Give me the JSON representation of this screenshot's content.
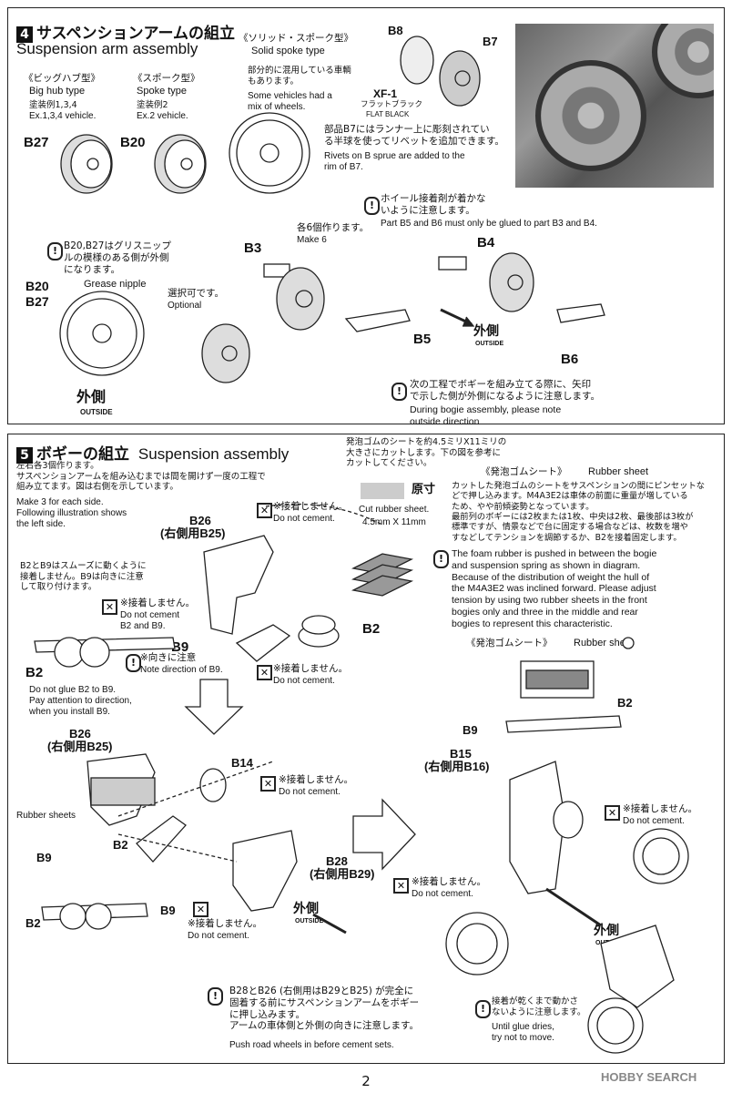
{
  "step4": {
    "number": "4",
    "title_jp": "サスペンションアームの組立",
    "title_en": "Suspension arm assembly",
    "bighub": {
      "jp": "《ビッグハブ型》",
      "en": "Big hub type",
      "ex_jp": "塗装例1,3,4",
      "ex_en": "Ex.1,3,4 vehicle.",
      "part": "B27"
    },
    "spoke": {
      "jp": "《スポーク型》",
      "en": "Spoke type",
      "ex_jp": "塗装例2",
      "ex_en": "Ex.2 vehicle.",
      "part": "B20"
    },
    "solid": {
      "jp": "《ソリッド・スポーク型》",
      "en": "Solid spoke type",
      "note_jp": "部分的に混用している車輌\nもあります。",
      "note_en": "Some vehicles had a\nmix of wheels."
    },
    "rivet": {
      "b8": "B8",
      "b7": "B7",
      "paint": "XF-1",
      "paint_jp": "フラットブラック",
      "paint_en": "FLAT BLACK",
      "jp": "部品B7にはランナー上に彫刻されてい\nる半球を使ってリベットを追加できます。",
      "en": "Rivets on B sprue are added to the\nrim of B7."
    },
    "grease": {
      "jp": "B20,B27はグリスニップ\nルの模様のある側が外側\nになります。",
      "en": "Grease nipple",
      "parts": "B20\nB27",
      "outside_jp": "外側",
      "outside_en": "OUTSIDE"
    },
    "make6": {
      "jp": "各6個作ります。",
      "en": "Make 6"
    },
    "optional": {
      "jp": "選択可です。",
      "en": "Optional"
    },
    "glue_note": {
      "jp": "ホイール接着剤が着かな\nいように注意します。",
      "en": "Part B5 and B6 must only be glued to part B3 and B4."
    },
    "parts": {
      "b3": "B3",
      "b4": "B4",
      "b5": "B5",
      "b6": "B6"
    },
    "outside_small_jp": "外側",
    "outside_small_en": "OUTSIDE",
    "bogie_note": {
      "jp": "次の工程でボギーを組み立てる際に、矢印\nで示した側が外側になるように注意します。",
      "en": "During bogie assembly, please note\noutside direction"
    }
  },
  "step5": {
    "number": "5",
    "title_jp": "ボギーの組立",
    "title_en": "Suspension assembly",
    "intro_jp": "左右各3個作ります。\nサスペンションアームを組み込むまでは間を開けず一度の工程で\n組み立てます。図は右側を示しています。",
    "intro_en": "Make 3 for each side.\nFollowing illustration shows\nthe left side.",
    "foam_cut_jp": "発泡ゴムのシートを約4.5ミリX11ミリの\n大きさにカットします。下の図を参考に\nカットしてください。",
    "orig_jp": "原寸",
    "cut_en": "Cut rubber sheet.",
    "cut_size": "4.5mm  X  11mm",
    "rubber_title_jp": "《発泡ゴムシート》",
    "rubber_title_en": "Rubber sheet",
    "rubber_jp": "カットした発泡ゴムのシートをサスペンションの間にピンセットな\nどで押し込みます。M4A3E2は車体の前面に重量が増している\nため、やや前傾姿勢となっています。\n最前列のボギーには2枚または1枚、中央は2枚、最後部は3枚が\n標準ですが、情景などで台に固定する場合などは、枚数を増や\nすなどしてテンションを調節するか、B2を接着固定します。",
    "rubber_en": "The foam rubber is pushed in between the bogie\nand suspension spring as shown in diagram.\nBecause of the distribution of weight the hull of\nthe M4A3E2 was inclined forward. Please adjust\ntension by using two rubber sheets in the front\nbogies only and three in the middle and rear\nbogies to represent this characteristic.",
    "rubber_fig_jp": "《発泡ゴムシート》",
    "rubber_fig_en": "Rubber sheet",
    "no_cement_jp": "※接着しません。",
    "no_cement_en": "Do not cement.",
    "no_cement_b2b9_en": "Do not cement\nB2 and B9.",
    "b2b9_jp": "B2とB9はスムーズに動くように\n接着しません。B9は向きに注意\nして取り付けます。",
    "b2b9_en": "Do not glue B2 to B9.\nPay attention to direction,\nwhen you install B9.",
    "direction_jp": "※向きに注意",
    "direction_en": "Note direction of B9.",
    "b26": "B26",
    "b26_right": "(右側用B25)",
    "b28": "B28",
    "b28_right": "(右側用B29)",
    "b15": "B15",
    "b15_right": "(右側用B16)",
    "b14": "B14",
    "b2": "B2",
    "b9": "B9",
    "rubber_sheets_en": "Rubber sheets",
    "outside_jp": "外側",
    "outside_en": "OUTSIDE",
    "push_jp": "B28とB26 (右側用はB29とB25) が完全に\n固着する前にサスペンションアームをボギー\nに押し込みます。\nアームの車体側と外側の向きに注意します。",
    "push_en": "Push road wheels in before cement sets.",
    "dry_jp": "接着が乾くまで動かさ\nないように注意します。",
    "dry_en": "Until glue dries,\ntry not to move."
  },
  "page_number": "2",
  "watermark": "HOBBY SEARCH"
}
